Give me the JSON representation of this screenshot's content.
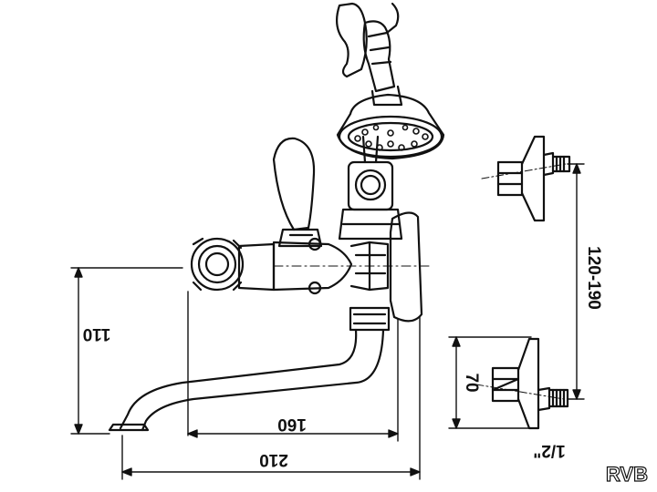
{
  "dimensions": {
    "height_110": "110",
    "spout_160": "160",
    "overall_210": "210",
    "centers_range": "120-190",
    "offset_70": "70",
    "thread_size": "1/2\""
  },
  "brand": {
    "logo_text": "RVB"
  },
  "colors": {
    "line": "#111111",
    "background": "#ffffff"
  }
}
